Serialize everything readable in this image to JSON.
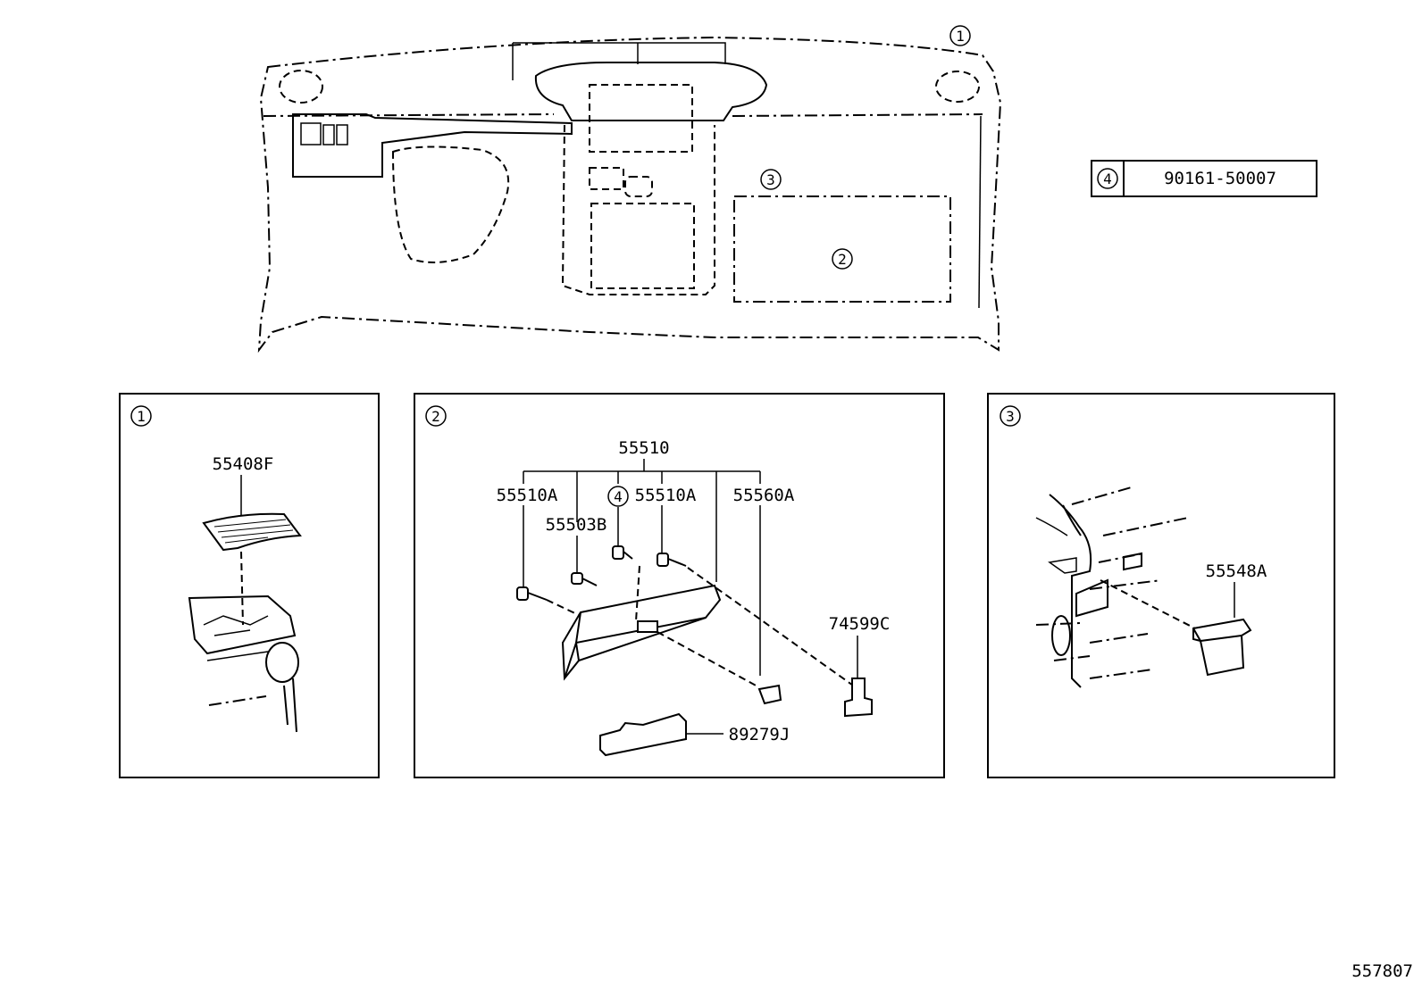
{
  "callouts": {
    "c1": "1",
    "c2": "2",
    "c3": "3",
    "c4": "4"
  },
  "reference_table": {
    "callout": "4",
    "part_number": "90161-50007"
  },
  "panels": [
    {
      "callout": "1",
      "labels": {
        "p55408F": "55408F"
      }
    },
    {
      "callout": "2",
      "labels": {
        "p55510": "55510",
        "p55510A_left": "55510A",
        "p55510A_right": "55510A",
        "p55503B": "55503B",
        "p55560A": "55560A",
        "p74599C": "74599C",
        "p89279J": "89279J",
        "callout4": "4"
      }
    },
    {
      "callout": "3",
      "labels": {
        "p55548A": "55548A"
      }
    }
  ],
  "figure_number": "557807"
}
